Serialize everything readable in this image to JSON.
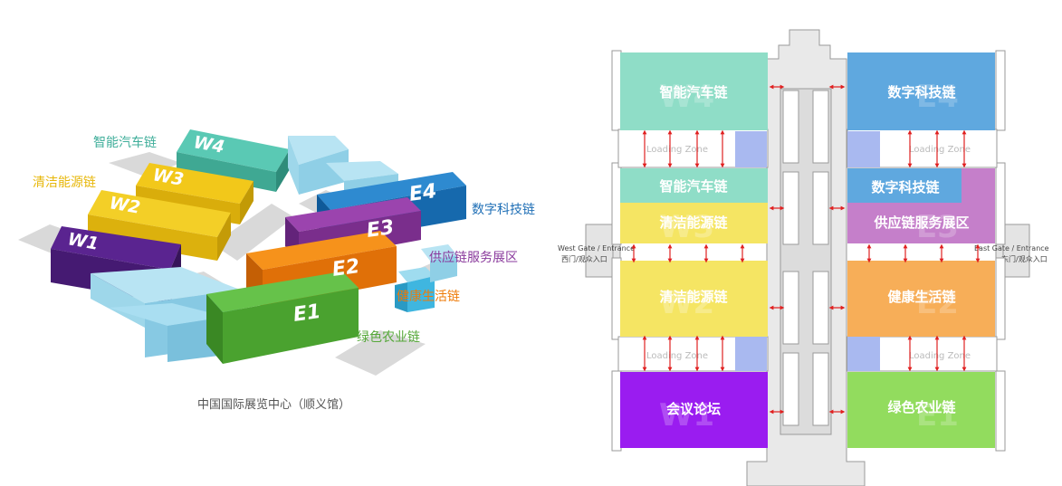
{
  "colors": {
    "teal": "#4fb8a6",
    "yellow": "#efc613",
    "purple": "#5a1f86",
    "light_blue": "#a6dcee",
    "mid_blue": "#1874be",
    "violet": "#8a3a9c",
    "orange": "#ee7b08",
    "green": "#56b83a",
    "gray": "#d9d9d9"
  },
  "isometric": {
    "caption": "中国国际展览中心（顺义馆）",
    "hall_labels": {
      "w1": "W1",
      "w2": "W2",
      "w3": "W3",
      "w4": "W4",
      "e1": "E1",
      "e2": "E2",
      "e3": "E3",
      "e4": "E4"
    },
    "callouts": {
      "w4": "智能汽车链",
      "w3": "清洁能源链",
      "e4": "数字科技链",
      "e3": "供应链服务展区",
      "e2": "健康生活链",
      "e1": "绿色农业链"
    }
  },
  "floorplan": {
    "west_gate": {
      "en": "West Gate / Entrance",
      "zh": "西门/观众入口"
    },
    "east_gate": {
      "en": "East Gate / Entrance",
      "zh": "东门/观众入口"
    },
    "loading_zone": "Loading Zone",
    "halls": {
      "w4": {
        "label": "智能汽车链",
        "watermark": "W4",
        "color": "#8fddc7"
      },
      "w3a": {
        "label": "智能汽车链",
        "color": "#8fddc7"
      },
      "w3b": {
        "label": "清洁能源链",
        "watermark": "W3",
        "color": "#f5e563"
      },
      "w2": {
        "label": "清洁能源链",
        "watermark": "W2",
        "color": "#f5e563"
      },
      "w1": {
        "label": "会议论坛",
        "watermark": "W1",
        "color": "#9a1cf0"
      },
      "e4": {
        "label": "数字科技链",
        "watermark": "E4",
        "color": "#5fa8df"
      },
      "e3a": {
        "label": "数字科技链",
        "color": "#5fa8df"
      },
      "e3b": {
        "label": "供应链服务展区",
        "watermark": "E3",
        "color": "#c57fca"
      },
      "e2": {
        "label": "健康生活链",
        "watermark": "E2",
        "color": "#f7ae58"
      },
      "e1": {
        "label": "绿色农业链",
        "watermark": "E1",
        "color": "#92dc5e"
      }
    }
  }
}
